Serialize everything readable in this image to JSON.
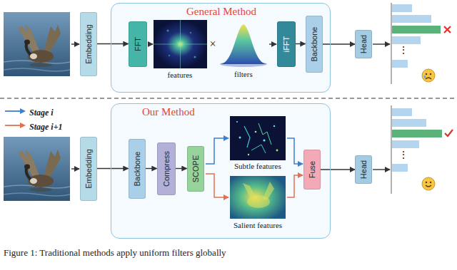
{
  "diagram": {
    "caption": "Figure 1: Traditional methods apply uniform filters globally",
    "nodes": [
      {
        "text": [
          "Embedding"
        ]
      },
      {
        "text": [
          "General Method"
        ]
      },
      {
        "text": [
          "FFT"
        ],
        "in": 1
      },
      {
        "text": [
          "iFFT"
        ],
        "in": 1
      },
      {
        "text": [
          "Backbone"
        ],
        "in": 1
      },
      {
        "text": [
          "Head"
        ]
      },
      {
        "text": [
          "Embedding"
        ]
      },
      {
        "text": [
          "Our Method"
        ]
      },
      {
        "text": [
          "Backbone"
        ],
        "in": 7
      },
      {
        "text": [
          "Compress"
        ],
        "in": 7
      },
      {
        "text": [
          "SCOPE"
        ],
        "in": 7
      },
      {
        "text": [
          "Fuse"
        ],
        "in": 7
      },
      {
        "text": [
          "Head"
        ]
      }
    ],
    "edges": [
      {
        "from": 0,
        "to": 2,
        "arrow": "to"
      },
      {
        "from": 3,
        "to": 4,
        "arrow": "to"
      },
      {
        "from": 4,
        "to": 5,
        "arrow": "to"
      },
      {
        "from": 6,
        "to": 8,
        "arrow": "to"
      },
      {
        "from": 8,
        "to": 9,
        "arrow": "to"
      },
      {
        "from": 9,
        "to": 10,
        "arrow": "to"
      },
      {
        "from": 11,
        "to": 12,
        "arrow": "to"
      }
    ],
    "labels": [
      "features",
      "×",
      "filters",
      "⋮",
      "Subtle features",
      "Salient features",
      "⋮"
    ],
    "legend": [
      {
        "text": "Stage i"
      },
      {
        "text": "Stage i+1"
      }
    ]
  }
}
